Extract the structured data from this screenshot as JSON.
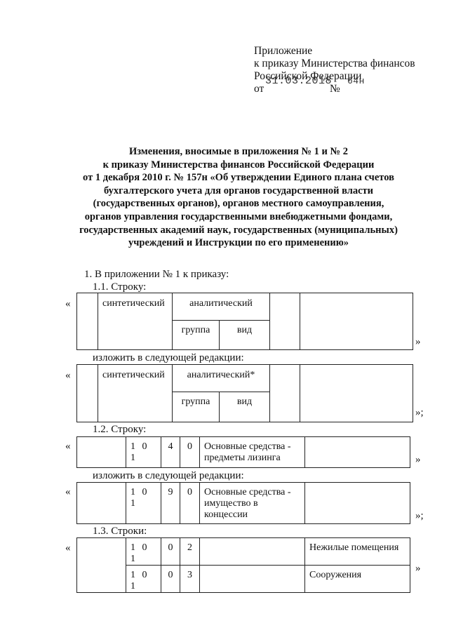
{
  "header": {
    "line1": "Приложение",
    "line2": "к приказу Министерства финансов",
    "line3": "Российской Федерации",
    "date_prefix": "от",
    "date": "31.03.2018",
    "number_sign": "№",
    "number": "64н"
  },
  "title": [
    "Изменения, вносимые в приложения № 1 и № 2",
    "к приказу Министерства финансов Российской Федерации",
    "от 1 декабря 2010 г. № 157н «Об утверждении Единого плана счетов",
    "бухгалтерского учета для органов государственной власти",
    "(государственных органов), органов местного самоуправления,",
    "органов управления государственными внебюджетными фондами,",
    "государственных академий наук, государственных (муниципальных)",
    "учреждений и Инструкции по его применению»"
  ],
  "body": {
    "p1": "1. В приложении № 1 к приказу:",
    "p11": "1.1. Строку:",
    "replace1": "изложить в следующей редакции:",
    "p12": "1.2. Строку:",
    "replace2": "изложить в следующей редакции:",
    "p13": "1.3. Строки:"
  },
  "quotes": {
    "open": "«",
    "close": "»",
    "close_semi": "»;"
  },
  "table1": {
    "synthetic": "синтетический",
    "analytic": "аналитический",
    "group": "группа",
    "kind": "вид"
  },
  "table2": {
    "synthetic": "синтетический",
    "analytic": "аналитический*",
    "group": "группа",
    "kind": "вид"
  },
  "table3": {
    "code": "1 0 1",
    "c1": "4",
    "c2": "0",
    "name": "Основные средства - предметы лизинга"
  },
  "table4": {
    "code": "1 0 1",
    "c1": "9",
    "c2": "0",
    "name": "Основные средства - имущество в концессии"
  },
  "table5": {
    "rows": [
      {
        "code": "1 0 1",
        "c1": "0",
        "c2": "2",
        "name": "Нежилые помещения"
      },
      {
        "code": "1 0 1",
        "c1": "0",
        "c2": "3",
        "name": "Сооружения"
      }
    ]
  }
}
